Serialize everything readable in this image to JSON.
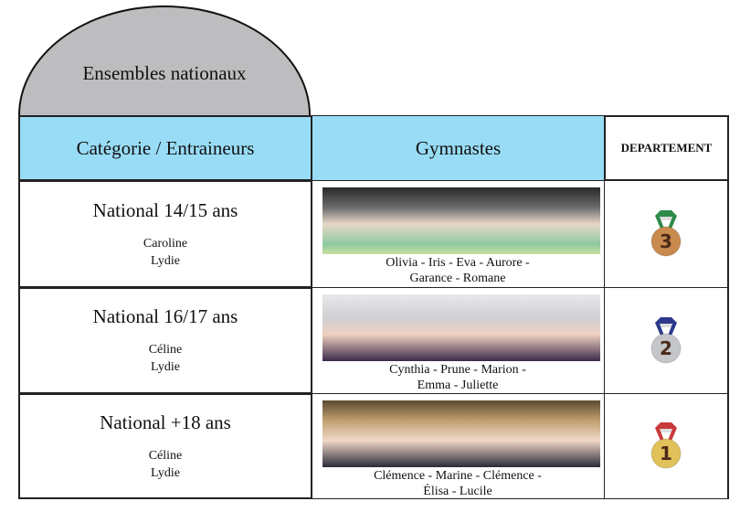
{
  "title": "Ensembles nationaux",
  "headers": {
    "category": "Catégorie / Entraineurs",
    "gymnasts": "Gymnastes",
    "department": "DEPARTEMENT"
  },
  "rows": [
    {
      "category": "National 14/15 ans",
      "coaches": [
        "Caroline",
        "Lydie"
      ],
      "gymnasts": [
        "Olivia - Iris - Eva - Aurore -",
        "Garance - Romane"
      ],
      "medal": {
        "rank": "3",
        "ribbon": "#2e8b4a",
        "face": "#c98a4f"
      }
    },
    {
      "category": "National 16/17 ans",
      "coaches": [
        "Céline",
        "Lydie"
      ],
      "gymnasts": [
        "Cynthia - Prune - Marion -",
        "Emma - Juliette"
      ],
      "medal": {
        "rank": "2",
        "ribbon": "#2d3a8c",
        "face": "#c4c6c9"
      }
    },
    {
      "category": "National +18 ans",
      "coaches": [
        "Céline",
        "Lydie"
      ],
      "gymnasts": [
        "Clémence - Marine - Clémence -",
        "Élisa - Lucile"
      ],
      "medal": {
        "rank": "1",
        "ribbon": "#c8393a",
        "face": "#e0c15a"
      }
    }
  ]
}
